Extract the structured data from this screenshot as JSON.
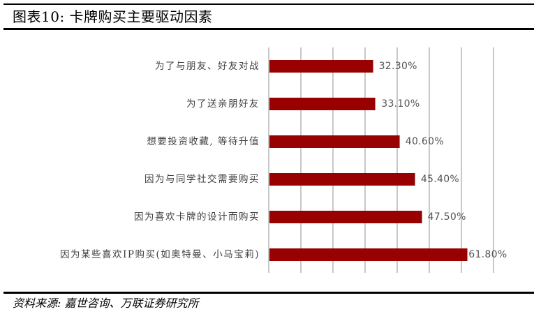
{
  "header": {
    "title": "图表10: 卡牌购买主要驱动因素"
  },
  "footer": {
    "source": "资料来源: 嘉世咨询、万联证券研究所"
  },
  "colors": {
    "bar": "#990000",
    "grid": "#c8c8c8",
    "label": "#404040",
    "value": "#555555"
  },
  "chart_data": {
    "type": "bar",
    "orientation": "horizontal",
    "title": "图表10: 卡牌购买主要驱动因素",
    "xlabel": "",
    "ylabel": "",
    "xlim": [
      0,
      70
    ],
    "grid": true,
    "gridline_ticks": [
      0,
      10,
      20,
      30,
      40,
      50,
      60,
      70
    ],
    "legend": null,
    "categories": [
      "为了与朋友、好友对战",
      "为了送亲朋好友",
      "想要投资收藏, 等待升值",
      "因为与同学社交需要购买",
      "因为喜欢卡牌的设计而购买",
      "因为某些喜欢IP购买(如奥特曼、小马宝莉)"
    ],
    "values": [
      32.3,
      33.1,
      40.6,
      45.4,
      47.5,
      61.8
    ],
    "value_labels": [
      "32.30%",
      "33.10%",
      "40.60%",
      "45.40%",
      "47.50%",
      "61.80%"
    ],
    "source": "资料来源: 嘉世咨询、万联证券研究所"
  }
}
